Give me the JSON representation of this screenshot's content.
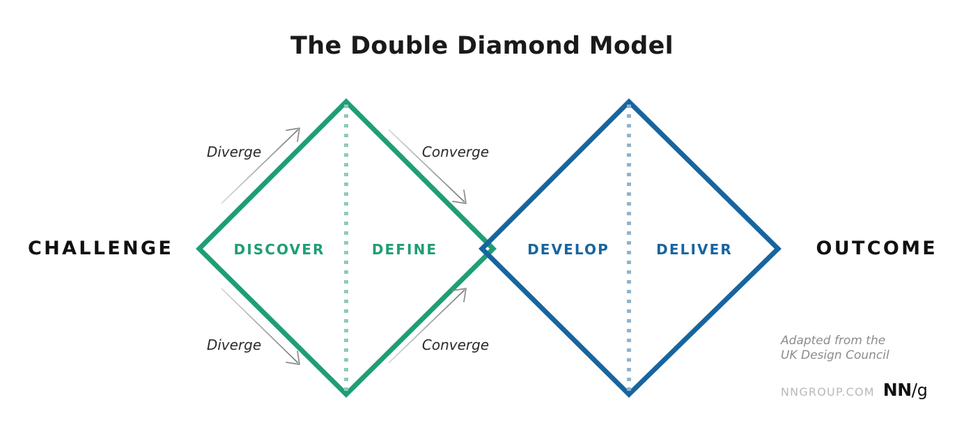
{
  "title": "The Double Diamond Model",
  "endpoints": {
    "left_label": "CHALLENGE",
    "right_label": "OUTCOME"
  },
  "diamonds": [
    {
      "name": "discovery-diamond",
      "color": "#1f9e76",
      "divider_color": "#8ccbb8",
      "phases": [
        {
          "label": "DISCOVER"
        },
        {
          "label": "DEFINE"
        }
      ]
    },
    {
      "name": "delivery-diamond",
      "color": "#17659f",
      "divider_color": "#8fb4cd",
      "phases": [
        {
          "label": "DEVELOP"
        },
        {
          "label": "DELIVER"
        }
      ]
    }
  ],
  "flow_labels": {
    "diverge_top": "Diverge",
    "converge_top": "Converge",
    "diverge_bottom": "Diverge",
    "converge_bottom": "Converge"
  },
  "attribution": {
    "line1": "Adapted from the",
    "line2": "UK Design Council",
    "url": "NNGROUP.COM",
    "logo_nn": "NN",
    "logo_slash": "/",
    "logo_g": "g"
  },
  "colors": {
    "green": "#1f9e76",
    "blue": "#17659f",
    "green_dash": "#8ccbb8",
    "blue_dash": "#8fb4cd",
    "arrow": "#8a8a8a",
    "text_dark": "#1a1a1a",
    "text_muted": "#8c8c8c",
    "background": "#ffffff"
  }
}
